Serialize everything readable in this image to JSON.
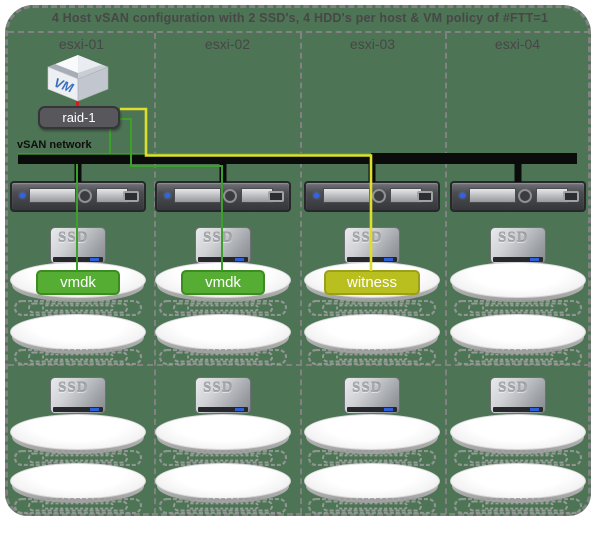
{
  "title": "4 Host vSAN configuration with 2 SSD's, 4 HDD's per host & VM policy of #FTT=1",
  "network": {
    "label": "vSAN network"
  },
  "vm": {
    "box_label": "VM",
    "policy_badge": "raid-1"
  },
  "ssd_text": "SSD",
  "hosts": [
    {
      "name": "esxi-01",
      "component": "vmdk"
    },
    {
      "name": "esxi-02",
      "component": "vmdk"
    },
    {
      "name": "esxi-03",
      "component": "witness"
    },
    {
      "name": "esxi-04",
      "component": ""
    }
  ],
  "colors": {
    "background": "#4d7454",
    "dash_border": "#828282",
    "title_text": "#474747",
    "network_bar": "#0b0b0b",
    "vmdk_fill": "#56ad33",
    "vmdk_border": "#3c8c20",
    "witness_fill": "#b9bf1e",
    "witness_border": "#9aa019",
    "green_line": "#3da02b",
    "yellow_line": "#dede2e",
    "red_connector": "#cc2020",
    "raid_fill": "#58585c",
    "raid_text": "#ffffff",
    "label_text": "#ffffff"
  }
}
